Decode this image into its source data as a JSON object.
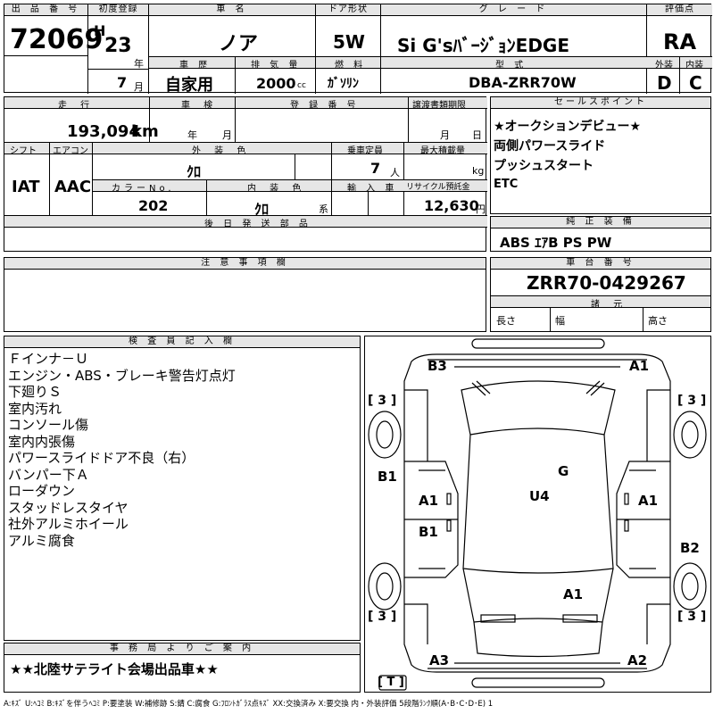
{
  "header": {
    "lot_no_label": "出 品 番 号",
    "lot_no": "72069",
    "first_reg_label": "初度登録",
    "era": "H",
    "year_num": "23",
    "year_unit": "年",
    "month_num": "7",
    "month_unit": "月",
    "car_name_label": "車 名",
    "car_name": "ノア",
    "door_label": "ドア形状",
    "door": "5W",
    "grade_label": "グ レ ー ド",
    "grade": "Si G'sﾊﾞｰｼﾞｮﾝEDGE",
    "score_label": "評価点",
    "score": "RA",
    "history_label": "車 歴",
    "history": "自家用",
    "displacement_label": "排 気 量",
    "displacement": "2000",
    "displacement_unit": "cc",
    "fuel_label": "燃 料",
    "fuel": "ｶﾞｿﾘﾝ",
    "model_label": "型 式",
    "model": "DBA-ZRR70W",
    "ext_label": "外装",
    "int_label": "内装",
    "ext": "D",
    "int": "C"
  },
  "row2": {
    "mileage_label": "走 行",
    "mileage": "193,094",
    "mileage_unit": "km",
    "inspection_label": "車 検",
    "insp_year": "年",
    "insp_month": "月",
    "reg_no_label": "登 録 番 号",
    "transfer_label": "譲渡書類期限",
    "transfer_month": "月",
    "transfer_day": "日",
    "shift_label": "シフト",
    "ac_label": "エアコン",
    "shift": "IAT",
    "ac": "AAC",
    "ext_color_label": "外 装 色",
    "ext_color": "ｸﾛ",
    "capacity_label": "乗車定員",
    "capacity": "7",
    "capacity_unit": "人",
    "max_load_label": "最大積載量",
    "max_load_unit": "kg",
    "color_no_label": "カラーNo.",
    "color_no": "202",
    "int_color_label": "内 装 色",
    "int_color": "ｸﾛ",
    "int_color_unit": "系",
    "import_label": "輸 入 車",
    "recycle_label": "リサイクル預託金",
    "recycle": "12,630",
    "recycle_unit": "円",
    "later_parts_label": "後 日 発 送 部 品"
  },
  "sales_points": {
    "label": "セールスポイント",
    "items": [
      "★オークションデビュー★",
      "両側パワースライド",
      "プッシュスタート",
      "ETC"
    ]
  },
  "genuine": {
    "label": "純 正 装 備",
    "value": "ABS ｴｱB PS PW"
  },
  "notes": {
    "label": "注 意 事 項 欄"
  },
  "chassis": {
    "label": "車 台 番 号",
    "value": "ZRR70-0429267",
    "spec_label": "諸 元",
    "length": "長さ",
    "width": "幅",
    "height": "高さ"
  },
  "inspector": {
    "label": "検 査 員 記 入 欄",
    "lines": [
      "Ｆインナ－Ｕ",
      "エンジン・ABS・ブレーキ警告灯点灯",
      "下廻りＳ",
      "室内汚れ",
      "コンソール傷",
      "室内内張傷",
      "パワースライドドア不良（右）",
      "バンパー下Ａ",
      "ローダウン",
      "スタッドレスタイヤ",
      "社外アルミホイール",
      "アルミ腐食"
    ]
  },
  "office": {
    "label": "事 務 局 よ り ご 案 内",
    "value": "★★北陸サテライト会場出品車★★"
  },
  "diagram": {
    "B3": "B3",
    "A1_tr": "A1",
    "tire_fl": "[ 3 ]",
    "tire_fr": "[ 3 ]",
    "B1_l": "B1",
    "G": "G",
    "U4": "U4",
    "A1_l": "A1",
    "A1_r": "A1",
    "B1_ll": "B1",
    "B2": "B2",
    "A1_c": "A1",
    "tire_rl": "[ 3 ]",
    "tire_rr": "[ 3 ]",
    "A3": "A3",
    "A2": "A2",
    "T": "[ T ]"
  },
  "legend": "A:ｷｽﾞ U:ﾍｺﾐ B:ｷｽﾞを伴うﾍｺﾐ P:要塗装 W:補修跡 S:錆 C:腐食 G:ﾌﾛﾝﾄｶﾞﾗｽ点ｷｽﾞ XX:交換済み X:要交換  内・外装評価 5段階ﾗﾝｸ順(A･B･C･D･E) 1"
}
